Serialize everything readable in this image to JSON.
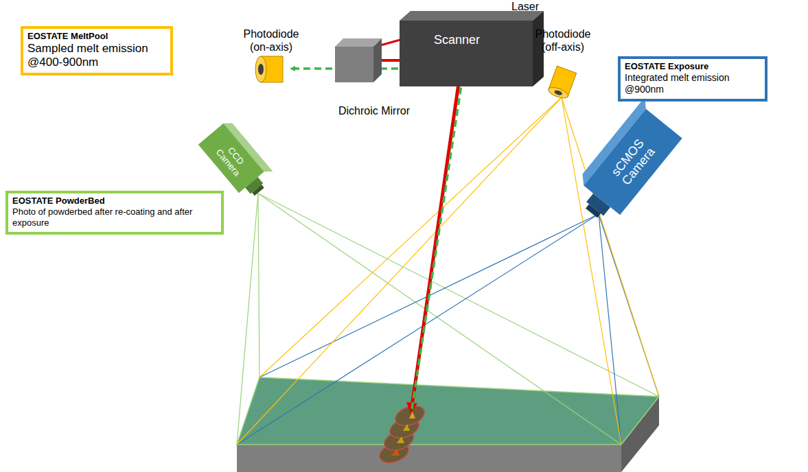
{
  "diagram": {
    "nodes": [
      {
        "text": [
          "EOSTATE MeltPool",
          "Sampled melt emission @400-900nm"
        ]
      },
      {
        "text": [
          "Scanner"
        ]
      },
      {
        "text": [
          "EOSTATE Exposure",
          "Integrated melt emission @900nm"
        ]
      },
      {
        "text": [
          "CCD Camera"
        ]
      },
      {
        "text": [
          "EOSTATE PowderBed",
          "Photo of powderbed after re-coating and after exposure"
        ]
      },
      {
        "text": [
          "sCMOS Camera"
        ]
      }
    ],
    "labels": [
      "Laser",
      "Photodiode (on-axis)",
      "Photodiode (off-axis)",
      "Dichroic Mirror"
    ]
  }
}
